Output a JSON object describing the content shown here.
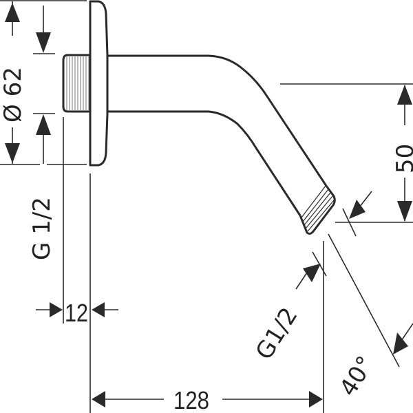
{
  "drawing": {
    "subject": "shower arm with wall flange",
    "colors": {
      "line": "#2a2a2a",
      "background": "#ffffff"
    },
    "dimensions": {
      "flange_diameter": "Ø 62",
      "inlet_thread": "G 1/2",
      "inlet_thread_length": "12",
      "projection": "128",
      "drop": "50",
      "outlet_thread": "G1/2",
      "angle": "40°"
    }
  }
}
